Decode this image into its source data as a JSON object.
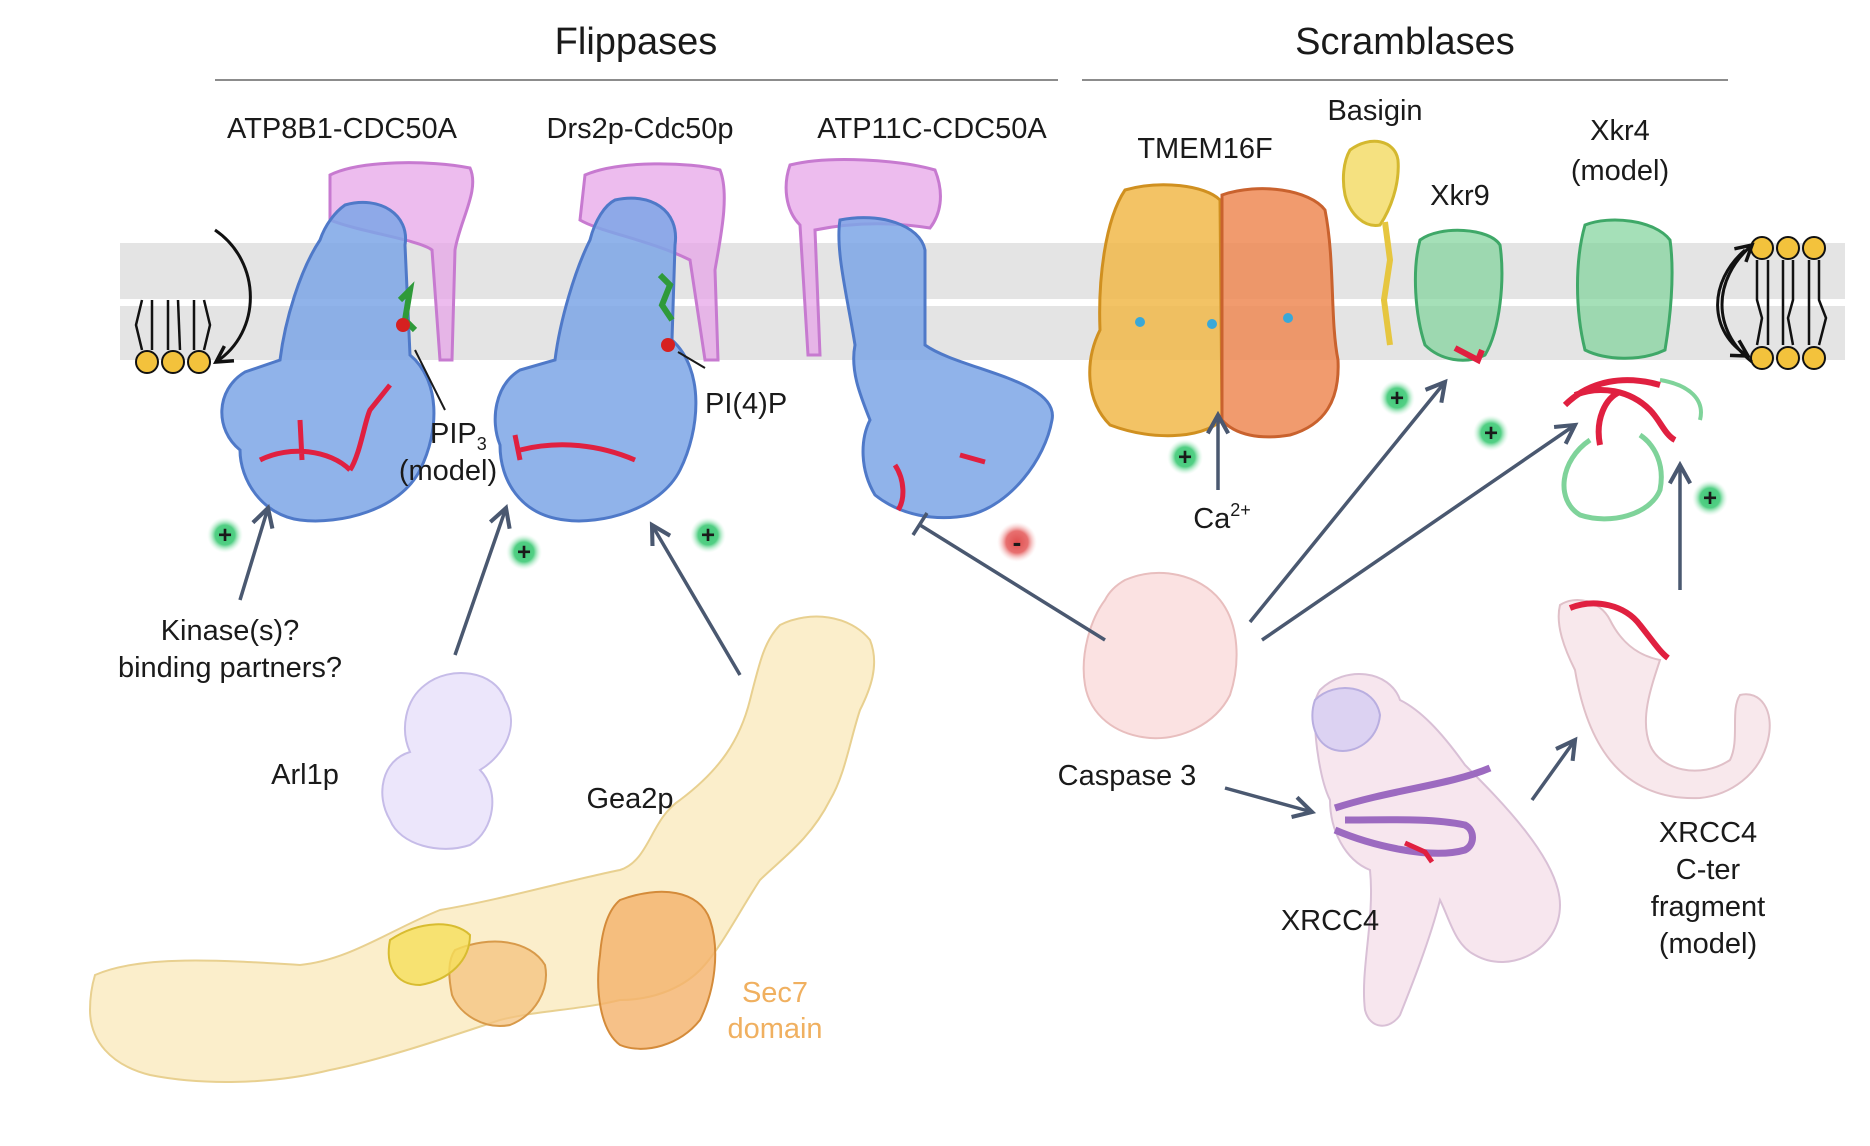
{
  "headers": {
    "flippases": "Flippases",
    "scramblases": "Scramblases"
  },
  "proteins": {
    "atp8b1": "ATP8B1-CDC50A",
    "drs2p": "Drs2p-Cdc50p",
    "atp11c": "ATP11C-CDC50A",
    "tmem16f": "TMEM16F",
    "basigin": "Basigin",
    "xkr9": "Xkr9",
    "xkr4_line1": "Xkr4",
    "xkr4_line2": "(model)"
  },
  "lipids": {
    "pip3_main": "PIP",
    "pip3_sub": "3",
    "pip3_line2": "(model)",
    "pi4p": "PI(4)P"
  },
  "regulators": {
    "kinase_line1": "Kinase(s)?",
    "kinase_line2": "binding partners?",
    "arl1p": "Arl1p",
    "gea2p": "Gea2p",
    "sec7_line1": "Sec7",
    "sec7_line2": "domain",
    "ca_main": "Ca",
    "ca_sup": "2+",
    "caspase3": "Caspase 3",
    "xrcc4": "XRCC4",
    "frag_line1": "XRCC4",
    "frag_line2": "C-ter",
    "frag_line3": "fragment",
    "frag_line4": "(model)"
  },
  "signs": {
    "plus": "+",
    "minus": "-"
  },
  "colors": {
    "flippase_body": "#7da6e6",
    "cdc50": "#e7a6e8",
    "tmem16f_a": "#f1b84a",
    "tmem16f_b": "#ef8a55",
    "basigin": "#f3dc6a",
    "xkr": "#7fd39a",
    "regulatory_red": "#e02040",
    "membrane": "#e3e3e3",
    "arrow": "#4a5870",
    "activator": "#3fc878",
    "inhibitor": "#e05858",
    "lipid_head": "#f3c23c"
  }
}
